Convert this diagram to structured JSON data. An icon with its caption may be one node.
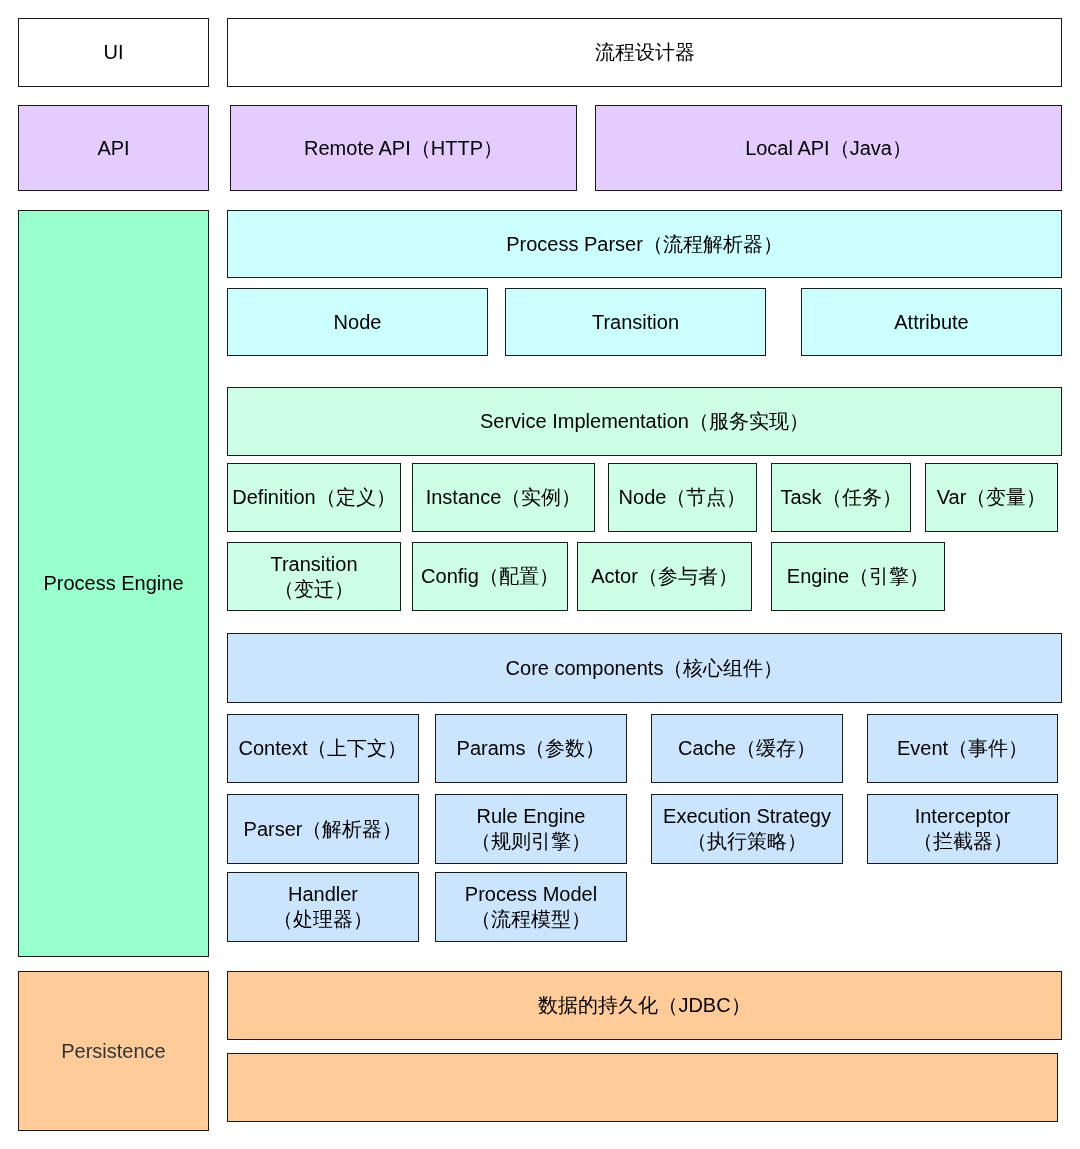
{
  "diagram": {
    "nodes": [
      {
        "text": [
          "UI"
        ]
      },
      {
        "text": [
          "流程设计器"
        ]
      },
      {
        "text": [
          "API"
        ]
      },
      {
        "text": [
          "Remote API（HTTP）"
        ]
      },
      {
        "text": [
          "Local API（Java）"
        ]
      },
      {
        "text": [
          "Process Engine"
        ]
      },
      {
        "text": [
          "Process Parser（流程解析器）"
        ]
      },
      {
        "text": [
          "Node"
        ]
      },
      {
        "text": [
          "Transition"
        ]
      },
      {
        "text": [
          "Attribute"
        ]
      },
      {
        "text": [
          "Service Implementation（服务实现）"
        ]
      },
      {
        "text": [
          "Definition（定义）"
        ]
      },
      {
        "text": [
          "Instance（实例）"
        ]
      },
      {
        "text": [
          "Node（节点）"
        ]
      },
      {
        "text": [
          "Task（任务）"
        ]
      },
      {
        "text": [
          "Var（变量）"
        ]
      },
      {
        "text": [
          "Transition （变迁）"
        ]
      },
      {
        "text": [
          "Config（配置）"
        ]
      },
      {
        "text": [
          "Actor（参与者）"
        ]
      },
      {
        "text": [
          "Engine（引擎）"
        ]
      },
      {
        "text": [
          "Core components（核心组件）"
        ]
      },
      {
        "text": [
          "Context（上下文）"
        ]
      },
      {
        "text": [
          "Params（参数）"
        ]
      },
      {
        "text": [
          "Cache（缓存）"
        ]
      },
      {
        "text": [
          "Event（事件）"
        ]
      },
      {
        "text": [
          "Parser（解析器）"
        ]
      },
      {
        "text": [
          "Rule Engine （规则引擎）"
        ]
      },
      {
        "text": [
          "Execution Strategy （执行策略）"
        ]
      },
      {
        "text": [
          "Interceptor （拦截器）"
        ]
      },
      {
        "text": [
          "Handler （处理器）"
        ]
      },
      {
        "text": [
          "Process Model （流程模型）"
        ]
      },
      {
        "text": [
          "Persistence"
        ]
      },
      {
        "text": [
          "数据的持久化（JDBC）"
        ]
      },
      {
        "text": [],
        "shape": "box"
      }
    ]
  }
}
